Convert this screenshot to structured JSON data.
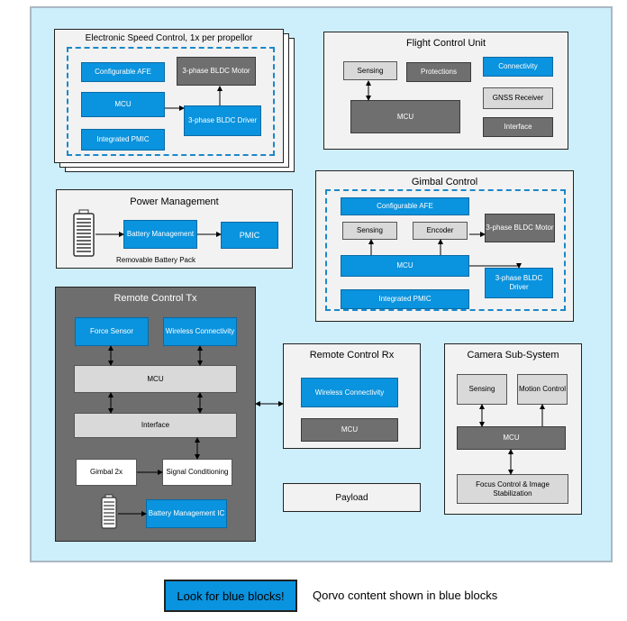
{
  "esc": {
    "title": "Electronic Speed Control, 1x per propellor",
    "afe": "Configurable AFE",
    "motor": "3-phase BLDC Motor",
    "mcu": "MCU",
    "driver": "3-phase BLDC Driver",
    "pmic": "Integrated PMIC"
  },
  "fcu": {
    "title": "Flight Control Unit",
    "sensing": "Sensing",
    "protections": "Protections",
    "connectivity": "Connectivity",
    "gnss": "GNSS Receiver",
    "mcu": "MCU",
    "interface": "Interface"
  },
  "power": {
    "title": "Power Management",
    "battery_mgmt": "Battery Management",
    "pmic": "PMIC",
    "caption": "Removable Battery Pack"
  },
  "gimbal": {
    "title": "Gimbal Control",
    "afe": "Configurable AFE",
    "sensing": "Sensing",
    "encoder": "Encoder",
    "motor": "3-phase BLDC Motor",
    "mcu": "MCU",
    "driver": "3-phase BLDC Driver",
    "pmic": "Integrated PMIC"
  },
  "rctx": {
    "title": "Remote Control Tx",
    "force_sensor": "Force Sensor",
    "wireless": "Wireless Connectivity",
    "mcu": "MCU",
    "interface": "Interface",
    "gimbal": "Gimbal 2x",
    "signal": "Signal Conditioning",
    "battery_ic": "Battery Management IC"
  },
  "rcrx": {
    "title": "Remote Control Rx",
    "wireless": "Wireless Connectivity",
    "mcu": "MCU"
  },
  "camera": {
    "title": "Camera Sub-System",
    "sensing": "Sensing",
    "motion": "Motion Control",
    "mcu": "MCU",
    "focus": "Focus Control & Image Stabilization"
  },
  "payload": {
    "label": "Payload"
  },
  "legend": {
    "button": "Look for blue blocks!",
    "text": "Qorvo content shown in blue blocks"
  },
  "colors": {
    "qorvo_blue": "#0a93de",
    "background": "#cdeefb"
  }
}
